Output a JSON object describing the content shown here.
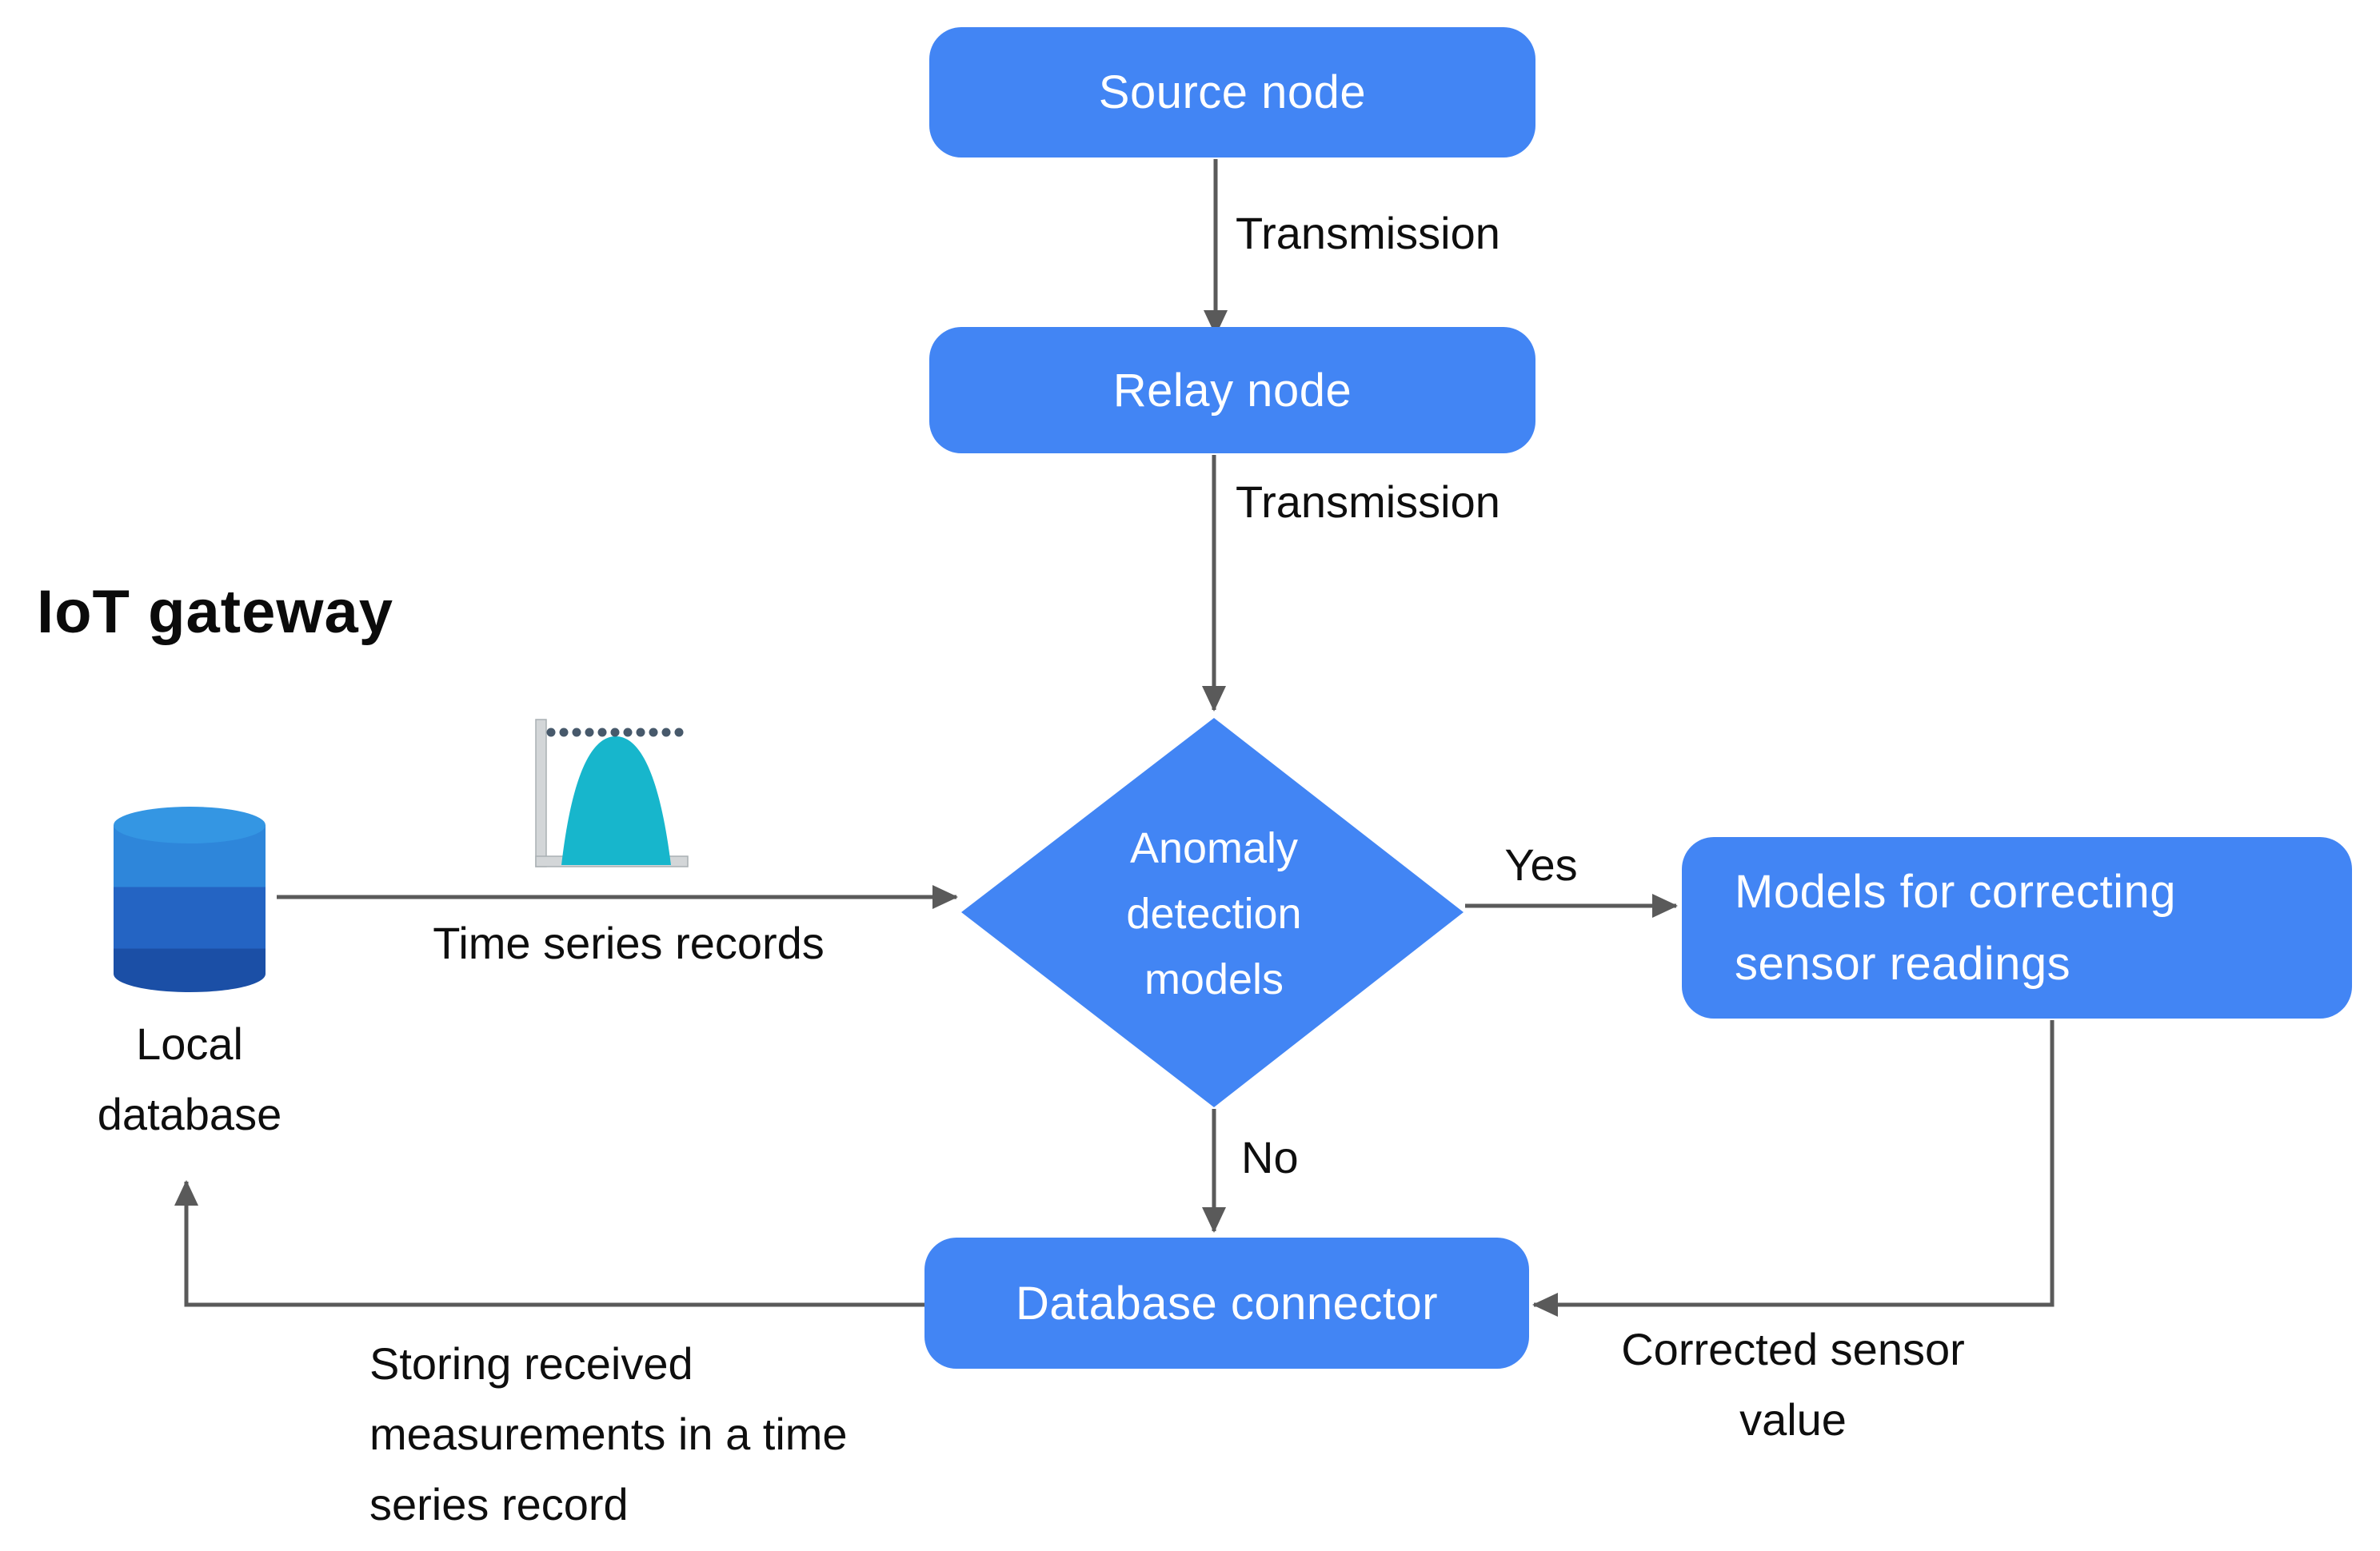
{
  "title": {
    "text": "IoT gateway"
  },
  "nodes": {
    "source": {
      "label": "Source node"
    },
    "relay": {
      "label": "Relay node"
    },
    "anomaly": {
      "lines": [
        "Anomaly",
        "detection",
        "models"
      ]
    },
    "models": {
      "lines": [
        "Models for correcting",
        "sensor readings"
      ]
    },
    "db_connector": {
      "label": "Database connector"
    }
  },
  "edge_labels": {
    "transmission_1": "Transmission",
    "transmission_2": "Transmission",
    "yes": "Yes",
    "no": "No",
    "time_series": "Time series records",
    "corrected": {
      "lines": [
        "Corrected sensor",
        "value"
      ]
    },
    "storing": {
      "lines": [
        "Storing received",
        "measurements in a time",
        "series record"
      ]
    },
    "local_database": {
      "lines": [
        "Local",
        "database"
      ]
    }
  },
  "icons": {
    "local_database_icon": "blue-database-cylinder",
    "time_series_chart_icon": "teal-bell-curve-with-dotted-threshold"
  },
  "colors": {
    "node_blue": "#4285f4",
    "arrow_gray": "#5a5a5a",
    "label_black": "#0e0e0e",
    "chart_teal": "#17b6cc",
    "chart_axis_gray": "#d3d6d8",
    "chart_dot_gray": "#47596b",
    "cylinder_top": "#3496e3",
    "cylinder_upper": "#2e86da",
    "cylinder_middle": "#2464c3",
    "cylinder_lower": "#1b4fa6"
  }
}
